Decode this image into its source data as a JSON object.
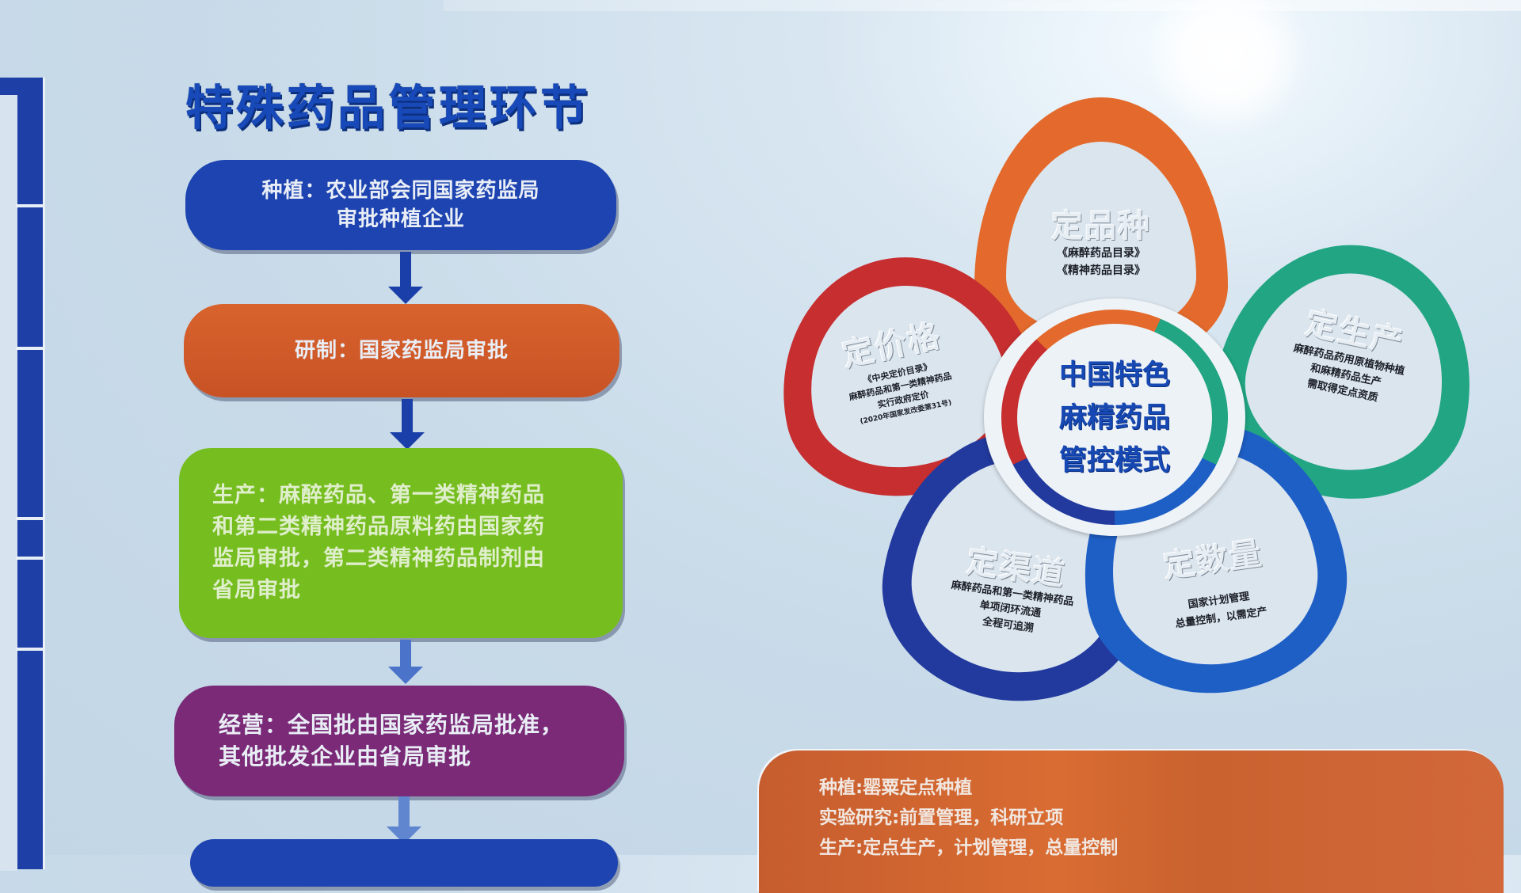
{
  "scene": "Photo of an exhibition wall panel about special drug management in China",
  "left_panel": {
    "title": "特殊药品管理环节",
    "flow": [
      {
        "id": "plant",
        "text": "种植：农业部会同国家药监局\n审批种植企业",
        "color": "#1d44b0"
      },
      {
        "id": "rd",
        "text": "研制：国家药监局审批",
        "color": "#d05a27"
      },
      {
        "id": "prod",
        "text": "生产：麻醉药品、第一类精神药品\n和第二类精神药品原料药由国家药\n监局审批，第二类精神药品制剂由\n省局审批",
        "color": "#76bd1f"
      },
      {
        "id": "biz",
        "text": "经营：全国批由国家药监局批准，\n其他批发企业由省局审批",
        "color": "#7a2a76"
      }
    ],
    "arrow_color": "#1b3fa8"
  },
  "diagram": {
    "center": {
      "text": "中国特色\n麻精药品\n管控模式",
      "color": "#1749b4"
    },
    "petals": [
      {
        "id": "variety",
        "title": "定品种",
        "desc": "《麻醉药品目录》\n《精神药品目录》",
        "color": "#e36a2c"
      },
      {
        "id": "price",
        "title": "定价格",
        "desc": "《中央定价目录》\n麻醉药品和第一类精神药品\n实行政府定价",
        "note": "(2020年国家发改委第31号)",
        "color": "#c62e2f"
      },
      {
        "id": "production",
        "title": "定生产",
        "desc": "麻醉药品药用原植物种植\n和麻精药品生产\n需取得定点资质",
        "color": "#21a582"
      },
      {
        "id": "channel",
        "title": "定渠道",
        "desc": "麻醉药品和第一类精神药品\n单项闭环流通\n全程可追溯",
        "color": "#223a9e"
      },
      {
        "id": "quantity",
        "title": "定数量",
        "desc": "国家计划管理\n总量控制，以需定产",
        "color": "#1e5fc6"
      }
    ]
  },
  "bottom_panel": {
    "lines": [
      "种植:罂粟定点种植",
      "实验研究:前置管理，科研立项",
      "生产:定点生产，计划管理，总量控制"
    ],
    "color": "#c65d2e"
  }
}
